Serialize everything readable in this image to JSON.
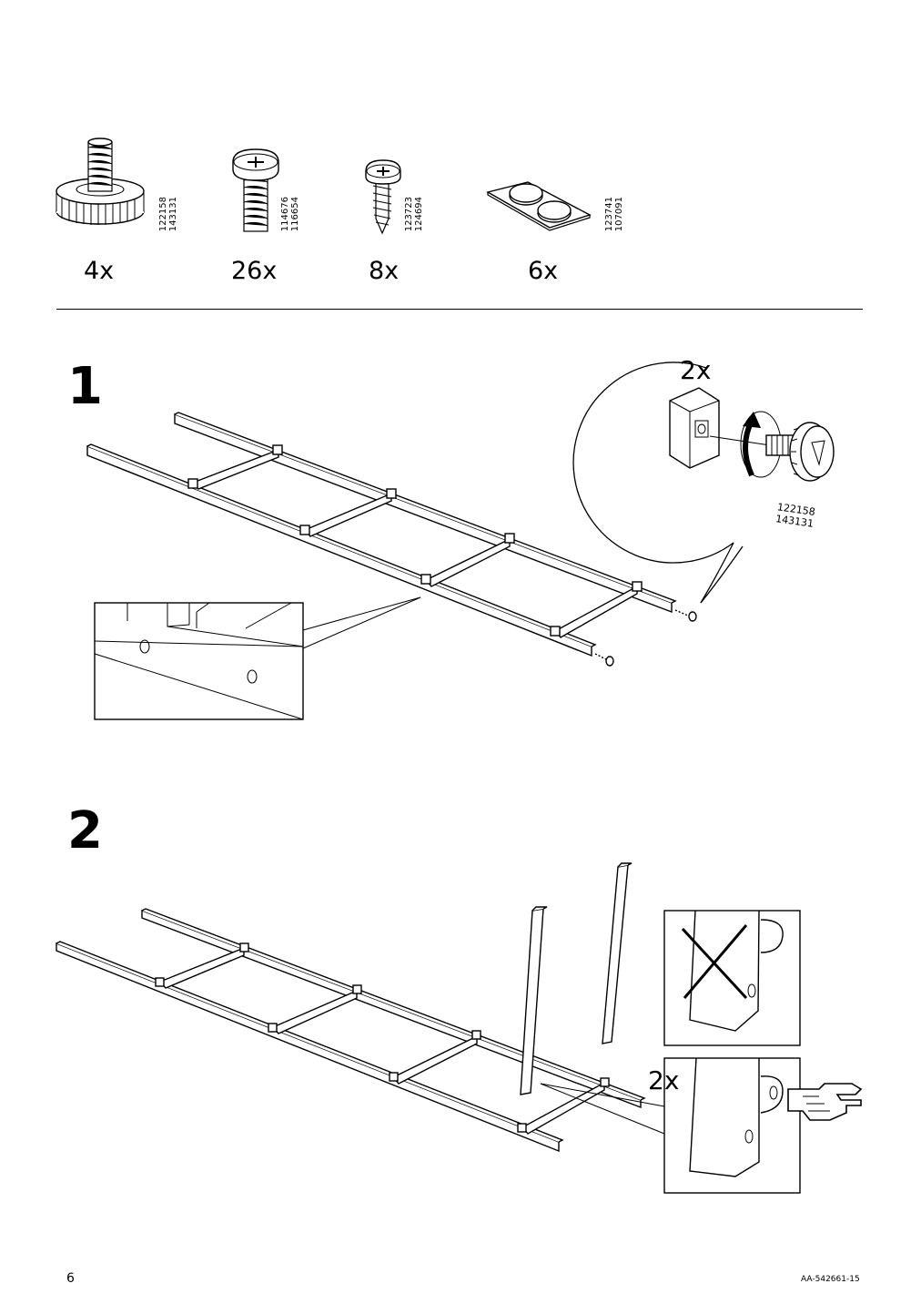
{
  "parts": [
    {
      "qty": "4x",
      "code1": "122158",
      "code2": "143131",
      "icon": "leveling-foot-icon"
    },
    {
      "qty": "26x",
      "code1": "114676",
      "code2": "116654",
      "icon": "machine-screw-icon"
    },
    {
      "qty": "8x",
      "code1": "123723",
      "code2": "124694",
      "icon": "wood-screw-icon"
    },
    {
      "qty": "6x",
      "code1": "123741",
      "code2": "107091",
      "icon": "bumper-pads-icon"
    }
  ],
  "step1": {
    "number": "1",
    "callout_qty": "2x",
    "callout_code1": "122158",
    "callout_code2": "143131"
  },
  "step2": {
    "number": "2",
    "callout_qty": "2x"
  },
  "footer": {
    "page_number": "6",
    "doc_code": "AA-542661-15"
  }
}
